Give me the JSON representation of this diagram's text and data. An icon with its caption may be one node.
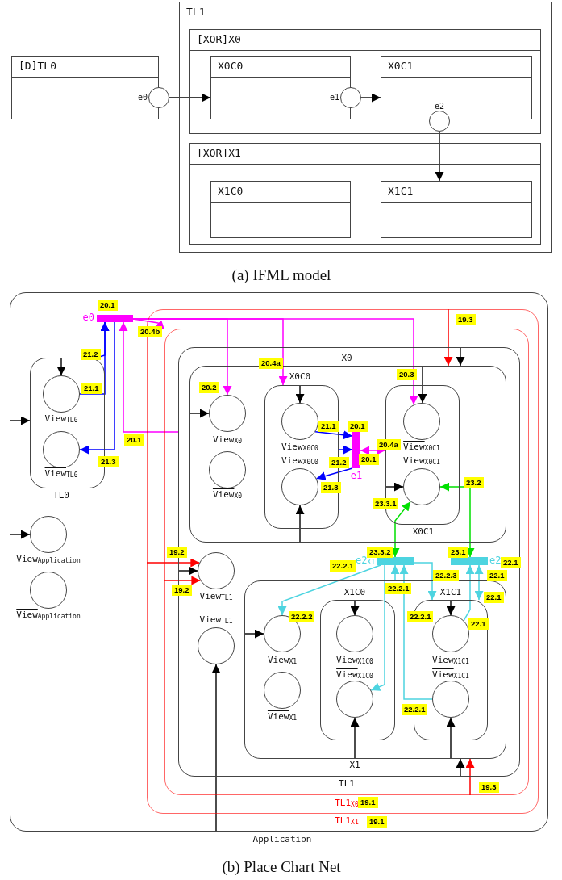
{
  "diagram": {
    "nodes": [
      {
        "text": [
          "[D]TL0"
        ]
      },
      {
        "text": [],
        "shape": "circle",
        "beside": [
          "e0"
        ]
      },
      {
        "text": [
          "TL1"
        ]
      },
      {
        "text": [
          "[XOR]X0"
        ],
        "in": 2
      },
      {
        "text": [
          "X0C0"
        ],
        "in": 3
      },
      {
        "text": [],
        "shape": "circle",
        "beside": [
          "e1"
        ],
        "in": 3
      },
      {
        "text": [
          "X0C1"
        ],
        "in": 3
      },
      {
        "text": [],
        "shape": "circle",
        "beside": [
          "e2"
        ],
        "in": 3
      },
      {
        "text": [
          "[XOR]X1"
        ],
        "in": 2
      },
      {
        "text": [
          "X1C0"
        ],
        "in": 8
      },
      {
        "text": [
          "X1C1"
        ],
        "in": 8
      },
      {
        "text": [
          "Application"
        ]
      },
      {
        "text": [
          "TL0"
        ],
        "in": 11
      },
      {
        "text": [
          "View$_{TL0}$"
        ],
        "in": 12
      },
      {
        "text": [
          "View$_{TL0}$"
        ],
        "in": 12
      },
      {
        "text": [
          "View$_{Application}$"
        ],
        "in": 11
      },
      {
        "text": [
          "View$_{Application}$"
        ],
        "in": 11
      },
      {
        "text": [
          "e0"
        ],
        "in": 11
      },
      {
        "text": [
          "TL1$_{X1}$"
        ],
        "in": 11
      },
      {
        "text": [
          "TL1$_{X0}$"
        ],
        "in": 18
      },
      {
        "text": [
          "TL1"
        ],
        "in": 19
      },
      {
        "text": [
          "X0"
        ],
        "in": 20
      },
      {
        "text": [
          "View$_{X0}$"
        ],
        "in": 21
      },
      {
        "text": [
          "View$_{X0}$"
        ],
        "in": 21
      },
      {
        "text": [
          "X0C0"
        ],
        "in": 21
      },
      {
        "text": [
          "View$_{X0C0}$"
        ],
        "in": 24
      },
      {
        "text": [
          "View$_{X0C0}$"
        ],
        "in": 24
      },
      {
        "text": [
          "e1"
        ],
        "in": 21
      },
      {
        "text": [
          "X0C1"
        ],
        "in": 21
      },
      {
        "text": [
          "View$_{X0C1}$"
        ],
        "in": 28
      },
      {
        "text": [
          "View$_{X0C1}$"
        ],
        "in": 28
      },
      {
        "text": [
          "View$_{TL1}$"
        ],
        "in": 20
      },
      {
        "text": [
          "View$_{TL1}$"
        ],
        "in": 20
      },
      {
        "text": [
          "e2$_{X1}$"
        ],
        "in": 20
      },
      {
        "text": [
          "e2"
        ],
        "in": 20
      },
      {
        "text": [
          "X1"
        ],
        "in": 20
      },
      {
        "text": [
          "View$_{X1}$"
        ],
        "in": 35
      },
      {
        "text": [
          "View$_{X1}$"
        ],
        "in": 35
      },
      {
        "text": [
          "X1C0"
        ],
        "in": 35
      },
      {
        "text": [
          "View$_{X1C0}$"
        ],
        "in": 38
      },
      {
        "text": [
          "View$_{X1C0}$"
        ],
        "in": 38
      },
      {
        "text": [
          "X1C1"
        ],
        "in": 35
      },
      {
        "text": [
          "View$_{X1C1}$"
        ],
        "in": 41
      },
      {
        "text": [
          "View$_{X1C1}$"
        ],
        "in": 41
      }
    ],
    "edges": [
      {
        "from": 1,
        "to": 4,
        "arrow": "to"
      },
      {
        "from": 5,
        "to": 6,
        "arrow": "to"
      },
      {
        "from": 7,
        "to": 10,
        "arrow": "to"
      },
      {
        "from": 11,
        "to": 12,
        "arrow": "to"
      },
      {
        "from": 11,
        "to": 15,
        "arrow": "to"
      },
      {
        "from": 12,
        "to": 13,
        "arrow": "to"
      },
      {
        "from": 20,
        "to": 21,
        "arrow": "to"
      },
      {
        "from": 21,
        "to": 22,
        "arrow": "to"
      },
      {
        "from": 24,
        "to": 25,
        "arrow": "to"
      },
      {
        "from": 21,
        "to": 29,
        "arrow": "to"
      },
      {
        "from": 28,
        "to": 30,
        "arrow": "to"
      },
      {
        "from": 21,
        "to": 26,
        "arrow": "to"
      },
      {
        "from": 20,
        "to": 31,
        "arrow": "to"
      },
      {
        "from": 11,
        "to": 32,
        "arrow": "to"
      },
      {
        "from": 35,
        "to": 36,
        "arrow": "to"
      },
      {
        "from": 38,
        "to": 39,
        "arrow": "to"
      },
      {
        "from": 41,
        "to": 42,
        "arrow": "to"
      },
      {
        "from": 35,
        "to": 40,
        "arrow": "to"
      },
      {
        "from": 35,
        "to": 43,
        "arrow": "to"
      },
      {
        "from": 20,
        "to": 35,
        "arrow": "to"
      },
      {
        "from": 18,
        "to": 21,
        "arrow": "to",
        "label": "19.3",
        "color": "#ff0000"
      },
      {
        "from": 19,
        "to": 35,
        "arrow": "to",
        "label": "19.3",
        "color": "#ff0000"
      },
      {
        "from": 18,
        "to": 31,
        "arrow": "to",
        "label": "19.2",
        "color": "#ff0000"
      },
      {
        "from": 19,
        "to": 31,
        "arrow": "to",
        "label": "19.2",
        "color": "#ff0000"
      },
      {
        "from": 17,
        "to": 22,
        "arrow": "to",
        "label": "20.2",
        "color": "#ff00ff"
      },
      {
        "from": 17,
        "to": 24,
        "arrow": "to",
        "label": "20.4a",
        "color": "#ff00ff"
      },
      {
        "from": 17,
        "to": 29,
        "arrow": "to",
        "label": "20.3",
        "color": "#ff00ff"
      },
      {
        "from": 17,
        "to": 19,
        "arrow": "to",
        "label": "20.4b",
        "color": "#ff00ff"
      },
      {
        "from": 20,
        "to": 17,
        "arrow": "to",
        "label": "20.1",
        "color": "#ff00ff"
      },
      {
        "from": 27,
        "to": 28,
        "arrow": "both",
        "label": "20.4a",
        "color": "#ff00ff"
      },
      {
        "from": 13,
        "to": 17,
        "arrow": "to",
        "label": "21.1",
        "color": "#0000ff"
      },
      {
        "from": 12,
        "to": 17,
        "arrow": "to",
        "label": "21.2",
        "color": "#0000ff"
      },
      {
        "from": 17,
        "to": 14,
        "arrow": "to",
        "label": "21.3",
        "color": "#0000ff"
      },
      {
        "from": 25,
        "to": 27,
        "arrow": "to",
        "label": "21.1",
        "color": "#0000ff"
      },
      {
        "from": 24,
        "to": 27,
        "arrow": "to",
        "label": "21.2",
        "color": "#0000ff"
      },
      {
        "from": 27,
        "to": 26,
        "arrow": "to",
        "label": "21.3",
        "color": "#0000ff"
      },
      {
        "from": 34,
        "to": 30,
        "arrow": "both",
        "label": "23.2",
        "color": "#00e000"
      },
      {
        "from": 33,
        "to": 30,
        "arrow": "both",
        "label": "23.3.1",
        "color": "#00e000"
      },
      {
        "from": 33,
        "to": 36,
        "arrow": "to",
        "label": "22.2.2",
        "color": "#4dd4e0"
      },
      {
        "from": 33,
        "to": 41,
        "arrow": "to",
        "label": "22.2.3",
        "color": "#4dd4e0"
      },
      {
        "from": 33,
        "to": 40,
        "arrow": "to",
        "color": "#4dd4e0"
      },
      {
        "from": 35,
        "to": 33,
        "arrow": "to",
        "label": "22.2.1",
        "color": "#4dd4e0"
      },
      {
        "from": 43,
        "to": 33,
        "arrow": "to",
        "label": "22.2.1",
        "color": "#4dd4e0"
      },
      {
        "from": 42,
        "to": 34,
        "arrow": "to",
        "label": "22.1",
        "color": "#4dd4e0"
      },
      {
        "from": 34,
        "to": 41,
        "arrow": "both",
        "label": "22.1",
        "color": "#4dd4e0"
      }
    ],
    "labels": [
      "(a) IFML model",
      "20.1",
      "20.1",
      "20.1",
      "23.3.2",
      "23.1",
      "22.2.1",
      "22.1",
      "22.1",
      "22.2.1",
      "19.1",
      "19.1",
      "(b) Place Chart Net"
    ]
  }
}
